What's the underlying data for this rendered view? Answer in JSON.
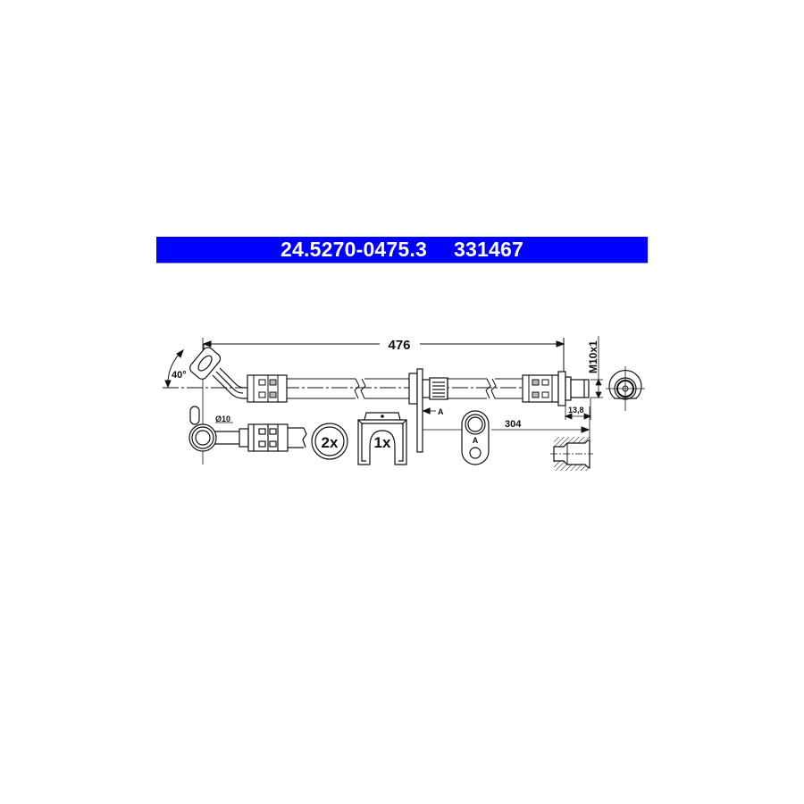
{
  "header": {
    "part_number": "24.5270-0475.3",
    "alt_number": "331467",
    "background_color": "#0000ff",
    "text_color": "#ffffff"
  },
  "drawing": {
    "dimensions": {
      "overall_length": "476",
      "angle": "40°",
      "thread": "M10x1",
      "fitting_length": "13,8",
      "bracket_distance": "304",
      "banjo_diameter": "Ø10",
      "section_marker": "A",
      "bracket_view_label": "A"
    },
    "quantities": {
      "washers": "2x",
      "clip": "1x"
    },
    "line_color": "#111111"
  }
}
